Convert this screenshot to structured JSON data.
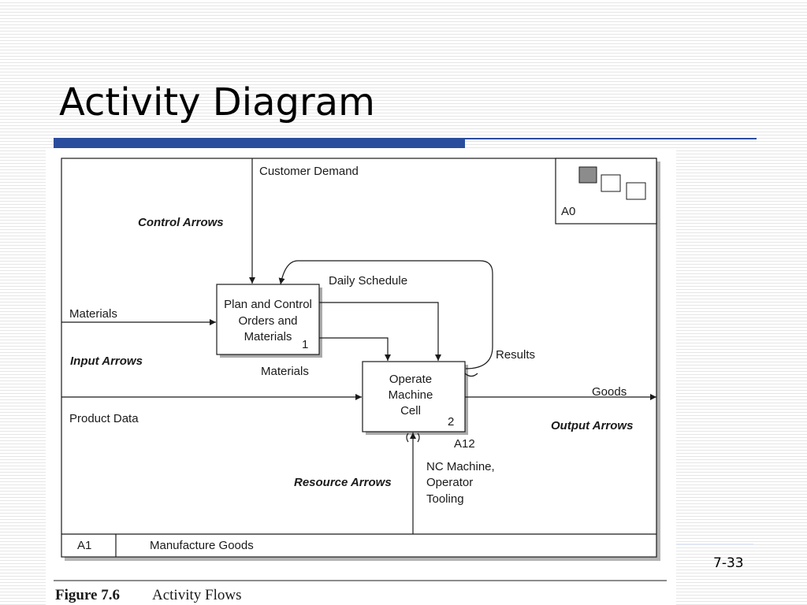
{
  "slide": {
    "title": "Activity Diagram",
    "page_number": "7-33"
  },
  "diagram": {
    "node_tree": {
      "label": "A0"
    },
    "controls": {
      "customer_demand": "Customer Demand",
      "daily_schedule": "Daily Schedule"
    },
    "inputs": {
      "materials": "Materials",
      "product_data": "Product Data",
      "materials_internal": "Materials"
    },
    "outputs": {
      "results": "Results",
      "goods": "Goods"
    },
    "mechanism": {
      "line1": "NC Machine,",
      "line2": "Operator",
      "line3": "Tooling"
    },
    "categories": {
      "control_arrows": "Control Arrows",
      "input_arrows": "Input Arrows",
      "output_arrows": "Output Arrows",
      "resource_arrows": "Resource Arrows"
    },
    "activities": [
      {
        "lines": [
          "Plan and Control",
          "Orders and",
          "Materials"
        ],
        "number": "1"
      },
      {
        "lines": [
          "Operate",
          "Machine",
          "Cell"
        ],
        "number": "2",
        "detail_ref": "A12"
      }
    ],
    "footer": {
      "node": "A1",
      "title": "Manufacture Goods"
    }
  },
  "caption": {
    "number": "Figure 7.6",
    "text": "Activity Flows"
  },
  "colors": {
    "accent_blue": "#2a4c9c",
    "box_fill": "#ffffff",
    "shadow": "#aaaaaa",
    "filled_node": "#8c8c8c"
  }
}
